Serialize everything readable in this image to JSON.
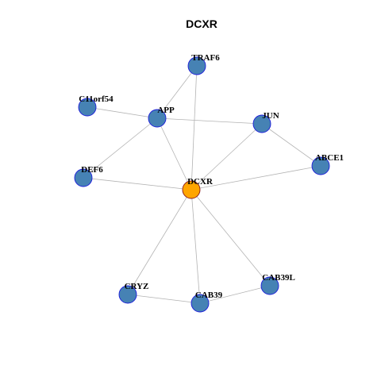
{
  "title": "DCXR",
  "colors": {
    "hub_fill": "#FFA500",
    "hub_stroke": "#8B1A1A",
    "node_fill": "#4682B4",
    "node_stroke": "#1C1CDB",
    "edge": "#B3B3B3"
  },
  "nodes": [
    {
      "id": "DCXR",
      "label": "DCXR",
      "hub": true
    },
    {
      "id": "TRAF6",
      "label": "TRAF6",
      "hub": false
    },
    {
      "id": "C11orf54",
      "label": "C11orf54",
      "hub": false
    },
    {
      "id": "APP",
      "label": "APP",
      "hub": false
    },
    {
      "id": "JUN",
      "label": "JUN",
      "hub": false
    },
    {
      "id": "ABCE1",
      "label": "ABCE1",
      "hub": false
    },
    {
      "id": "DEF6",
      "label": "DEF6",
      "hub": false
    },
    {
      "id": "CRYZ",
      "label": "CRYZ",
      "hub": false
    },
    {
      "id": "CAB39",
      "label": "CAB39",
      "hub": false
    },
    {
      "id": "CAB39L",
      "label": "CAB39L",
      "hub": false
    }
  ],
  "edges": [
    [
      "TRAF6",
      "APP"
    ],
    [
      "TRAF6",
      "DCXR"
    ],
    [
      "C11orf54",
      "APP"
    ],
    [
      "APP",
      "JUN"
    ],
    [
      "APP",
      "DEF6"
    ],
    [
      "APP",
      "DCXR"
    ],
    [
      "JUN",
      "DCXR"
    ],
    [
      "JUN",
      "ABCE1"
    ],
    [
      "ABCE1",
      "DCXR"
    ],
    [
      "DEF6",
      "DCXR"
    ],
    [
      "DCXR",
      "CRYZ"
    ],
    [
      "DCXR",
      "CAB39"
    ],
    [
      "DCXR",
      "CAB39L"
    ],
    [
      "CRYZ",
      "CAB39"
    ],
    [
      "CAB39",
      "CAB39L"
    ]
  ]
}
